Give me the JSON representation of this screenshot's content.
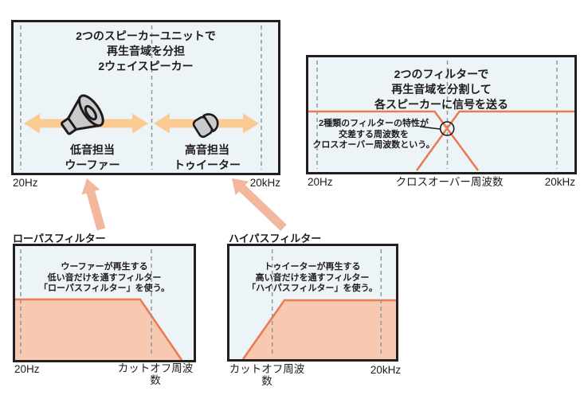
{
  "colors": {
    "panel_bg": "#edf4f8",
    "panel_border": "#231f20",
    "dashed_line": "#8f979e",
    "filter_line": "#e97c52",
    "filter_fill": "#f7c9b0",
    "range_arrow": "#f9cb93",
    "link_arrow": "#f3b79e",
    "speaker_fill": "#c9cacc",
    "speaker_outline": "#1d1a19",
    "text": "#1f1b1a"
  },
  "speaker_panel": {
    "title": "2つのスピーカーユニットで\n再生音域を分担\n2ウェイスピーカー",
    "woofer_label": "低音担当\nウーファー",
    "tweeter_label": "高音担当\nトゥイーター",
    "axis_left": "20Hz",
    "axis_right": "20kHz"
  },
  "crossover_panel": {
    "title": "2つのフィルターで\n再生音域を分割して\n各スピーカーに信号を送る",
    "annotation": "2種類のフィルターの特性が\n交差する周波数を\nクロスオーバー周波数という。",
    "axis_left": "20Hz",
    "axis_center": "クロスオーバー周波数",
    "axis_right": "20kHz"
  },
  "lowpass_panel": {
    "heading": "ローパスフィルター",
    "note": "ウーファーが再生する\n低い音だけを通すフィルター\n「ローパスフィルター」を使う。",
    "axis_left": "20Hz",
    "axis_cutoff": "カットオフ周波数"
  },
  "highpass_panel": {
    "heading": "ハイパスフィルター",
    "note": "トゥイーターが再生する\n高い音だけを通すフィルター\n「ハイパスフィルター」を使う。",
    "axis_cutoff": "カットオフ周波数",
    "axis_right": "20kHz"
  }
}
